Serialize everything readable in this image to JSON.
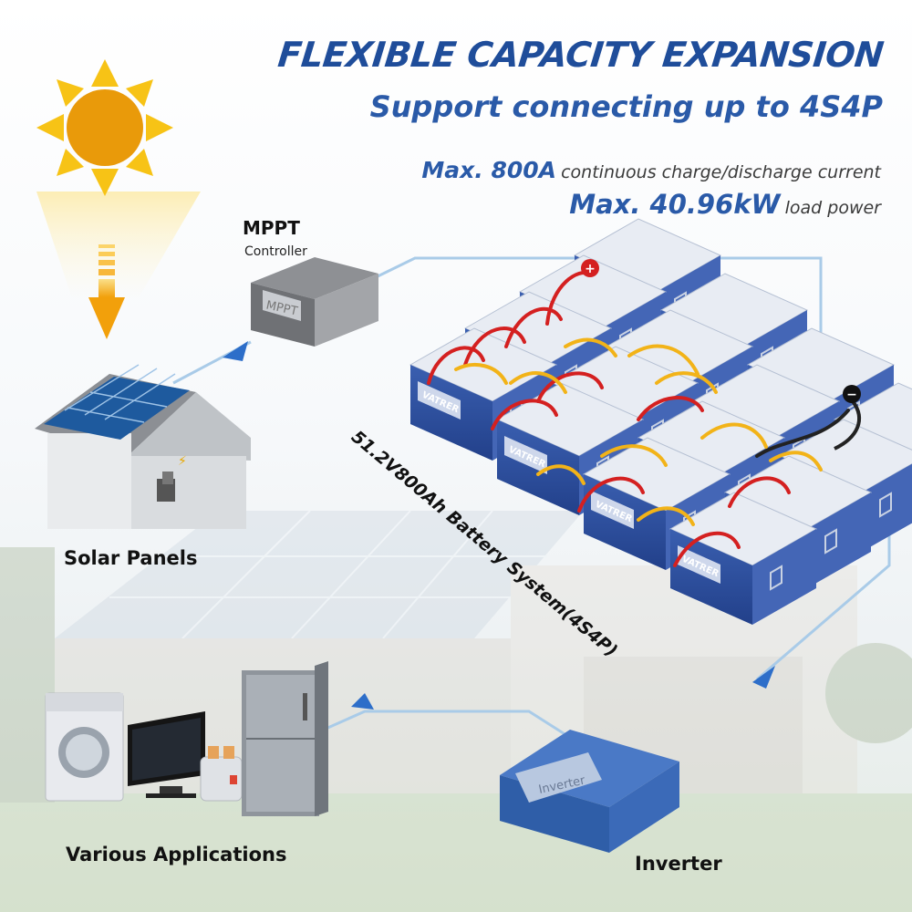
{
  "header": {
    "title": "FLEXIBLE CAPACITY EXPANSION",
    "subtitle": "Support connecting up to 4S4P"
  },
  "specs": [
    {
      "value": "Max. 800A",
      "text": "continuous charge/discharge current"
    },
    {
      "value": "Max. 40.96kW",
      "text": "load power"
    }
  ],
  "components": {
    "mppt_title": "MPPT",
    "mppt_sub": "Controller",
    "mppt_box_label": "MPPT",
    "solar_label": "Solar Panels",
    "battery_label": "51.2V800Ah Battery System(4S4P)",
    "battery_brand": "VATRER",
    "apps_label": "Various Applications",
    "inverter_label": "Inverter",
    "inverter_box_label": "Inverter"
  },
  "terminals": {
    "positive": "+",
    "negative": "−"
  },
  "colors": {
    "title_blue": "#1f4d9a",
    "sun": "#f2a00b",
    "battery_body": "#2d4f9e",
    "cable_red": "#d42020",
    "cable_yellow": "#f2b318",
    "inverter_blue": "#3a69b8",
    "flow_line": "#a9cbe8"
  }
}
